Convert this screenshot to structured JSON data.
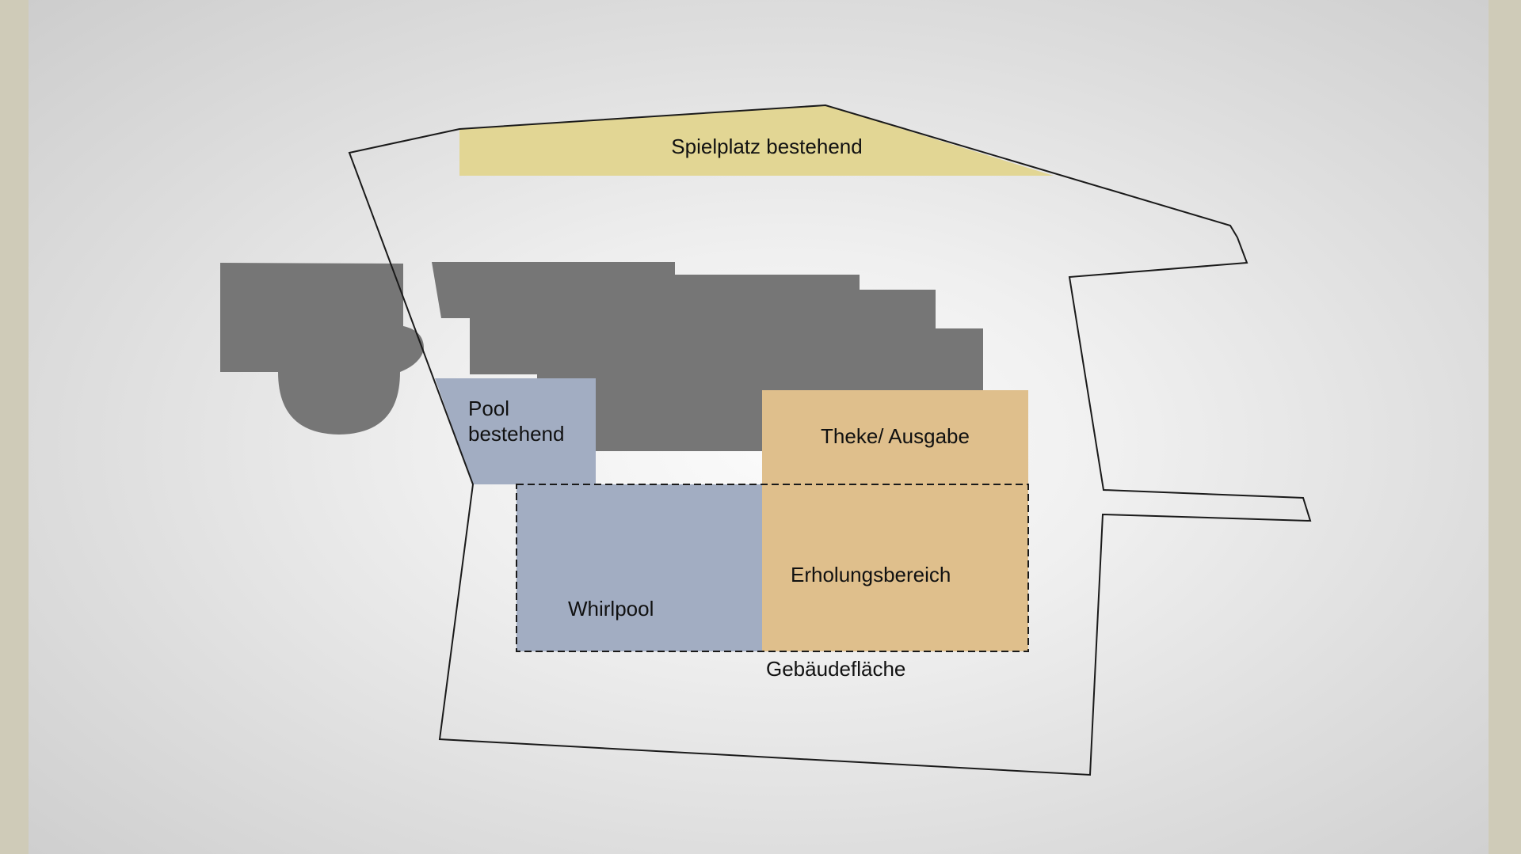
{
  "colors": {
    "frame": "#cfcbb8",
    "building_existing": "#767676",
    "playground": "#e2d694",
    "water_blue": "#a2adc2",
    "sand": "#dfbf8c",
    "outline": "#1a1a1a"
  },
  "labels": {
    "playground": "Spielplatz bestehend",
    "pool_line1": "Pool",
    "pool_line2": "bestehend",
    "counter": "Theke/ Ausgabe",
    "whirlpool": "Whirlpool",
    "recreation": "Erholungsbereich",
    "building_area": "Gebäudefläche"
  }
}
